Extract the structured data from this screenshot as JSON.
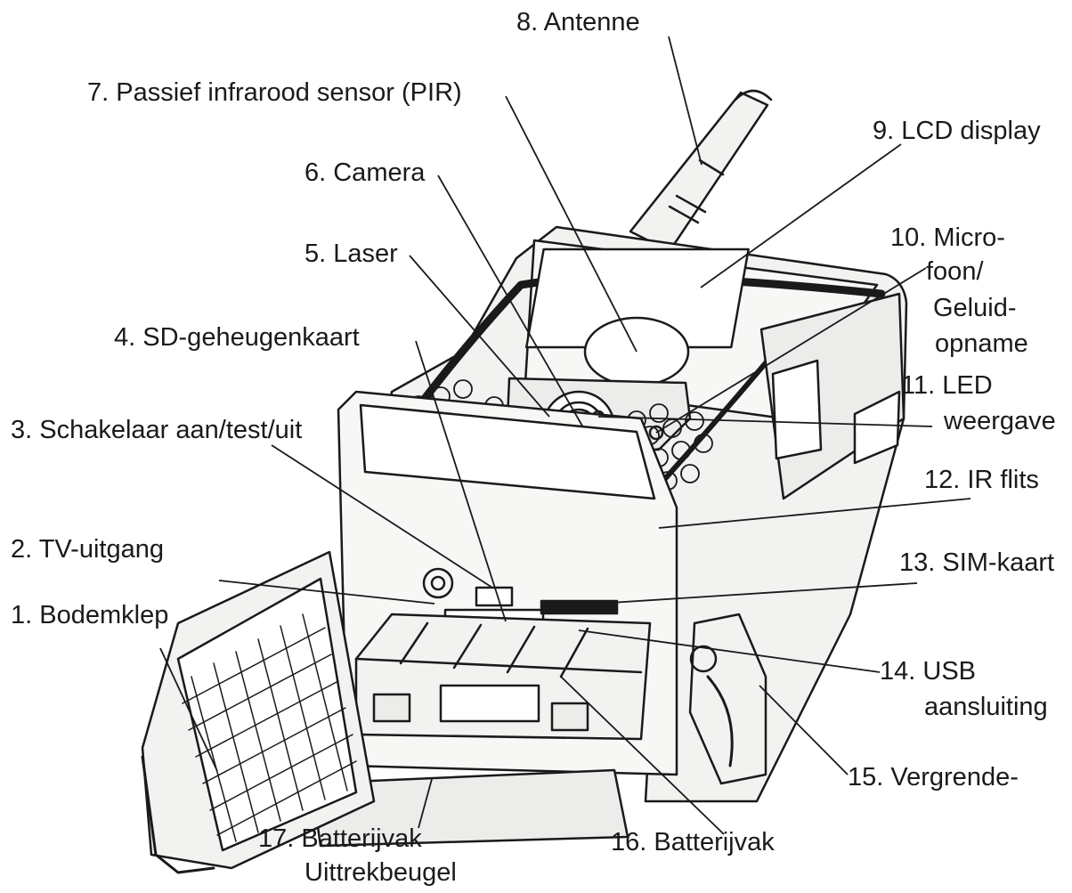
{
  "labels": {
    "l1": "1. Bodemklep",
    "l2": "2. TV-uitgang",
    "l3": "3. Schakelaar aan/test/uit",
    "l4": "4. SD-geheugenkaart",
    "l5": "5. Laser",
    "l6": "6. Camera",
    "l7": "7. Passief infrarood sensor (PIR)",
    "l8": "8. Antenne",
    "l9": "9. LCD display",
    "l10a": "10. Micro-",
    "l10b": "foon/",
    "l10c": "Geluid-",
    "l10d": "opname",
    "l11a": "11. LED",
    "l11b": "weergave",
    "l12": "12. IR flits",
    "l13": "13. SIM-kaart",
    "l14a": "14. USB",
    "l14b": "aansluiting",
    "l15": "15. Vergrende-",
    "l16": "16. Batterijvak",
    "l17a": "17. Batterijvak",
    "l17b": "Uittrekbeugel"
  },
  "colors": {
    "ink": "#1a1a1a",
    "body_fill": "#f2f2f0",
    "shade": "#cfcfcc"
  }
}
